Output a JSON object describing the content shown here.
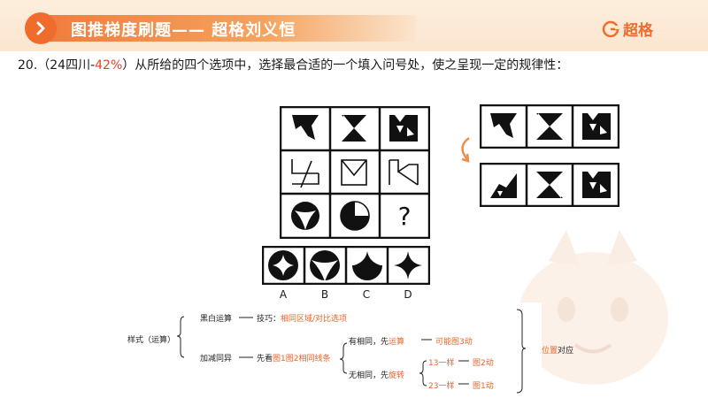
{
  "header": {
    "title": "图推梯度刷题—— 超格刘义恒",
    "brand": "超格"
  },
  "question": {
    "number_prefix": "20.（24四川-",
    "percent": "42%",
    "suffix": "）从所给的四个选项中，选择最合适的一个填入问号处，使之呈现一定的规律性："
  },
  "puzzle": {
    "question_mark": "?",
    "option_labels": [
      "A",
      "B",
      "C",
      "D"
    ]
  },
  "mindmap": {
    "root": "样式（运算）",
    "branch1": "黑白运算",
    "b1_tip_label": "技巧：",
    "b1_tip_value": "相同区域/对比选项",
    "branch2": "加减同异",
    "b2_step_prefix": "先看",
    "b2_step_value": "图1图2相同线条",
    "same_label": "有相同，先",
    "same_op": "运算",
    "same_result": "可能图3动",
    "diff_label": "无相同，先",
    "diff_op": "旋转",
    "diff_r1": "13一样",
    "diff_r1_result": "图2动",
    "diff_r2": "23一样",
    "diff_r2_result": "图1动",
    "final_orange": "位置",
    "final_black": "对应"
  },
  "colors": {
    "accent": "#ef6c2c",
    "highlight": "#e8402a"
  }
}
